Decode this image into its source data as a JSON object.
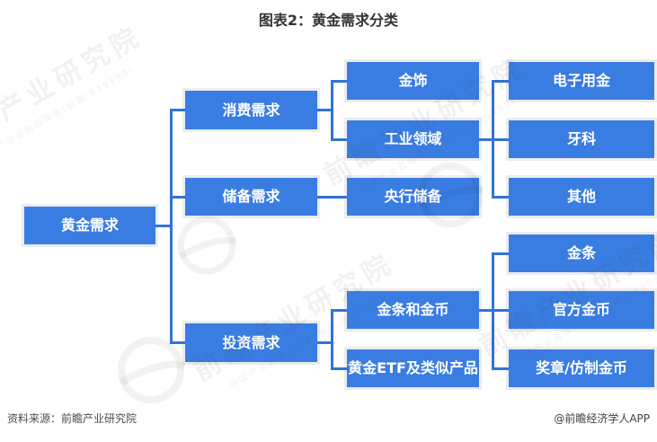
{
  "title": "图表2：黄金需求分类",
  "watermark": {
    "brand": "前瞻产业研究院",
    "tagline": "中国产业咨询领导者(股票:839599)"
  },
  "footer": {
    "source": "资料来源：前瞻产业研究院",
    "credit": "@前瞻经济学人APP"
  },
  "colors": {
    "node_blue": "#3A7DE2",
    "line_blue": "#3273D6",
    "halo_gray": "#ECECEC",
    "title_text": "#333333",
    "footer_text": "#4D4D4D"
  },
  "tree": {
    "root": "黄金需求",
    "children": [
      {
        "label": "消费需求",
        "children": [
          {
            "label": "金饰"
          },
          {
            "label": "工业领域",
            "children": [
              {
                "label": "电子用金"
              },
              {
                "label": "牙科"
              },
              {
                "label": "其他"
              }
            ]
          }
        ]
      },
      {
        "label": "储备需求",
        "children": [
          {
            "label": "央行储备"
          }
        ]
      },
      {
        "label": "投资需求",
        "children": [
          {
            "label": "金条和金币",
            "children": [
              {
                "label": "金条"
              },
              {
                "label": "官方金币"
              },
              {
                "label": "奖章/仿制金币"
              }
            ]
          },
          {
            "label": "黄金ETF及类似产品"
          }
        ]
      }
    ]
  }
}
